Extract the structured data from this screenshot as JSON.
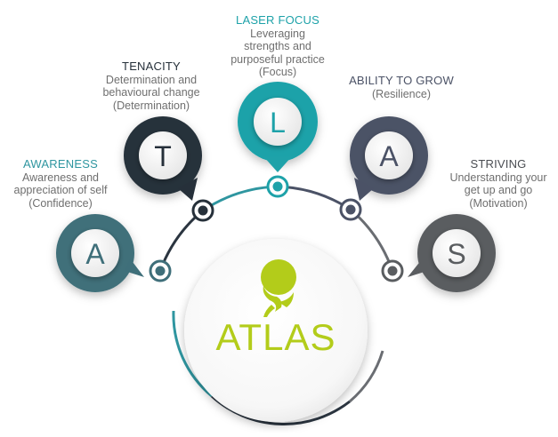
{
  "center": {
    "logo_text": "ATLAS"
  },
  "colors": {
    "awareness": "#3f6f7a",
    "tenacity": "#26303a",
    "laser_focus": "#1ea2a9",
    "ability_to_grow": "#4b5266",
    "striving": "#5a5d60",
    "arc_teal": "#2f96a0",
    "arc_dark": "#2b3540",
    "arc_gray": "#6a6d72",
    "logo_green": "#b3cc1a"
  },
  "pillars": [
    {
      "letter": "A",
      "title": "AWARENESS",
      "lines": [
        "Awareness and",
        "appreciation of self",
        "(Confidence)"
      ]
    },
    {
      "letter": "T",
      "title": "TENACITY",
      "lines": [
        "Determination and",
        "behavioural change",
        "(Determination)"
      ]
    },
    {
      "letter": "L",
      "title": "LASER FOCUS",
      "lines": [
        "Leveraging",
        "strengths and",
        "purposeful practice",
        "(Focus)"
      ]
    },
    {
      "letter": "A",
      "title": "ABILITY TO GROW",
      "lines": [
        "(Resilience)"
      ]
    },
    {
      "letter": "S",
      "title": "STRIVING",
      "lines": [
        "Understanding your",
        "get up and go",
        "(Motivation)"
      ]
    }
  ]
}
